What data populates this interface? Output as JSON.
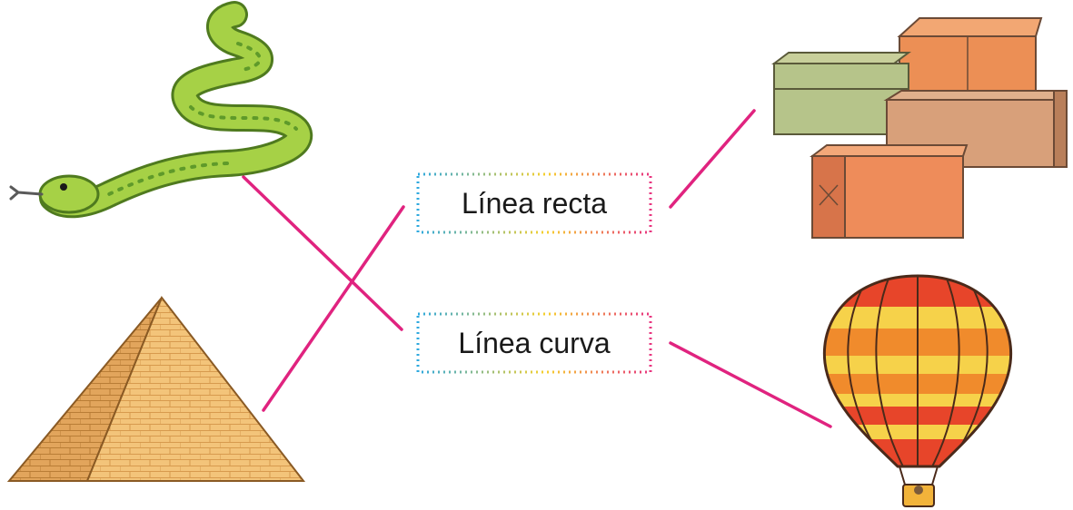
{
  "labels": {
    "straight": "Línea recta",
    "curved": "Línea curva"
  },
  "pictures": [
    "snake-image",
    "pyramid-image",
    "boxes-image",
    "hot-air-balloon-image"
  ],
  "colors": {
    "connector": "#e0237f",
    "snake": "#9ccc3c",
    "pyramid": "#f2c27a",
    "boxes": "#e88a52",
    "balloon_red": "#e8452c",
    "balloon_yellow": "#f7d44a"
  }
}
